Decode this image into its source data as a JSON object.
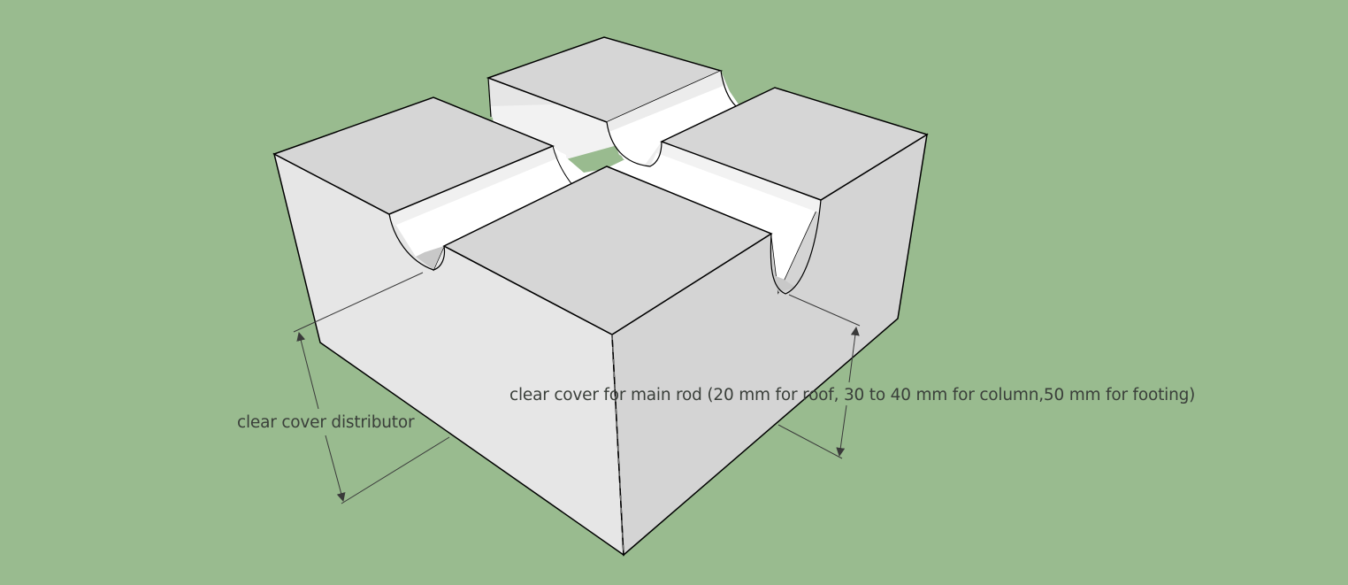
{
  "scene": {
    "background_color": "#99bb8f",
    "model": "cover block with cross grooves",
    "colors": {
      "top_face": "#d6d6d6",
      "left_face": "#e6e6e6",
      "right_face": "#d4d4d4",
      "groove_highlight": "#ffffff",
      "groove_band": "#f2f2f2",
      "groove_shadow": "#c8c8c8",
      "edge": "#000000",
      "dimension_line": "#3a3a3a"
    }
  },
  "annotations": {
    "main_rod": {
      "text": "clear cover for main rod (20 mm for roof, 30 to 40 mm for column,50 mm for footing)"
    },
    "distributor": {
      "text": "clear cover distributor"
    }
  }
}
